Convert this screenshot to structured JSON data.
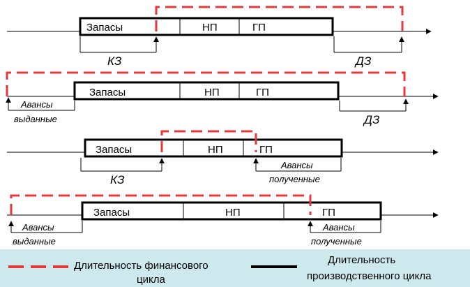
{
  "stages": {
    "inventory": "Запасы",
    "wip": "НП",
    "finished": "ГП"
  },
  "rows": [
    {
      "below_left": "КЗ",
      "below_right": "ДЗ"
    },
    {
      "below_left_line1": "Авансы",
      "below_left_line2": "выданные",
      "below_right": "ДЗ"
    },
    {
      "below_left": "КЗ",
      "below_right_line1": "Авансы",
      "below_right_line2": "полученные"
    },
    {
      "below_left_line1": "Авансы",
      "below_left_line2": "выданные",
      "below_right_line1": "Авансы",
      "below_right_line2": "полученные"
    }
  ],
  "legend": {
    "financial_line1": "Длительность финансового",
    "financial_line2": "цикла",
    "production_line1": "Длительность",
    "production_line2": "производственного цикла"
  },
  "colors": {
    "financial": "#e4393b",
    "production": "#000000",
    "legend_bg": "#cde9ed"
  }
}
